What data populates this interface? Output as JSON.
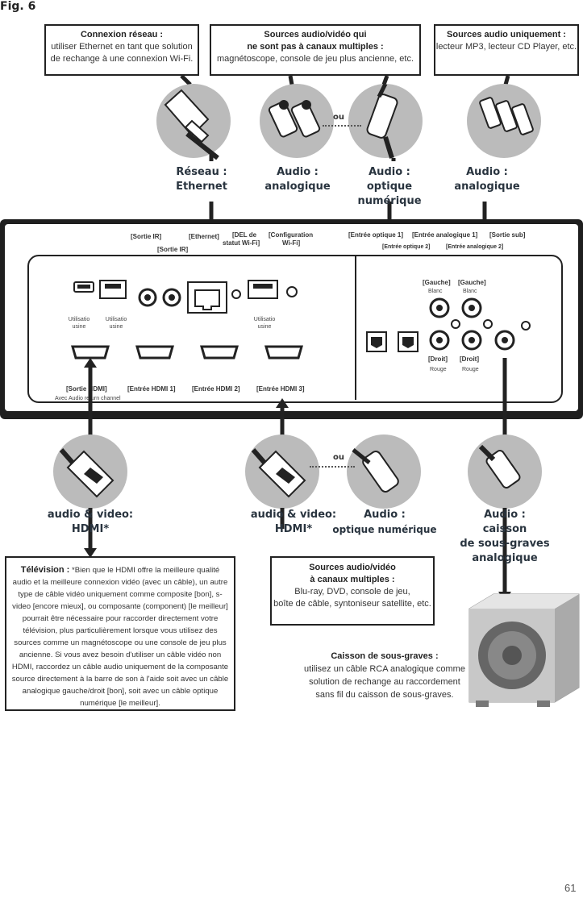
{
  "figure": {
    "label": "Fig. 6"
  },
  "page_number": "61",
  "top_boxes": [
    {
      "title": "Connexion réseau :",
      "lines": [
        "utiliser Ethernet en tant que solution",
        "de rechange à une connexion Wi-Fi."
      ]
    },
    {
      "title": "Sources audio/vidéo qui",
      "title2": "ne  sont pas à canaux multiples :",
      "lines": [
        "magnétoscope, console de jeu plus ancienne, etc."
      ]
    },
    {
      "title": "Sources audio uniquement :",
      "lines": [
        "lecteur MP3, lecteur CD Player, etc."
      ]
    }
  ],
  "ou_top": "ou",
  "ou_bottom": "ou",
  "top_labels": [
    {
      "l1": "Réseau :",
      "l2": "Ethernet"
    },
    {
      "l1": "Audio :",
      "l2": "analogique"
    },
    {
      "l1": "Audio :",
      "l2": "optique numérique"
    },
    {
      "l1": "Audio :",
      "l2": "analogique"
    }
  ],
  "panel_labels": {
    "sortie_ir_1": "[Sortie IR]",
    "sortie_ir_2": "[Sortie IR]",
    "ethernet": "[Ethernet]",
    "del_1": "[DEL de",
    "del_2": "statut Wi-Fi]",
    "config_1": "[Configuration",
    "config_2": "Wi-Fi]",
    "entree_optique_1": "[Entrée optique 1]",
    "entree_optique_2": "[Entrée optique 2]",
    "entree_analogique_1": "[Entrée analogique 1]",
    "entree_analogique_2": "[Entrée analogique 2]",
    "sortie_sub": "[Sortie sub]",
    "usb_1_a": "Utilisatio",
    "usb_1_b": "usine",
    "usb_2_a": "Utilisatio",
    "usb_2_b": "usine",
    "usb_3_a": "Utilisatio",
    "usb_3_b": "usine",
    "gauche_1": "[Gauche]",
    "gauche_2": "[Gauche]",
    "blanc_1": "Blanc",
    "blanc_2": "Blanc",
    "droit_1": "[Droit]",
    "droit_2": "[Droit]",
    "rouge_1": "Rouge",
    "rouge_2": "Rouge",
    "sortie_hdmi": "[Sortie HDMI]",
    "arc": "Avec Audio return channel",
    "entree_hdmi_1": "[Entrée HDMI 1]",
    "entree_hdmi_2": "[Entrée HDMI 2]",
    "entree_hdmi_3": "[Entrée HDMI 3]"
  },
  "bottom_labels": [
    {
      "l1": "audio & video:",
      "l2": "HDMI*"
    },
    {
      "l1": "audio & video:",
      "l2": "HDMI*"
    },
    {
      "l1": "Audio :",
      "l2": "optique numérique"
    },
    {
      "l1": "Audio :",
      "l2": "caisson",
      "l3": "de sous-graves",
      "l4": "analogique"
    }
  ],
  "tv_box": {
    "title": "Télévision :",
    "text": " *Bien que le HDMI offre la meilleure qualité audio et la meilleure connexion vidéo (avec un câble), un autre type de câble vidéo uniquement comme composite [bon], s-video [encore mieux], ou composante (component) [le meilleur] pourrait être nécessaire pour raccorder directement votre télévision, plus particulièrement lorsque vous utilisez des sources comme un magnétoscope ou une console de jeu plus ancienne. Si vous avez besoin d'utiliser un câble vidéo non HDMI, raccordez un câble audio uniquement de la composante source directement à la barre de son à l'aide soit avec un câble analogique gauche/droit [bon], soit avec un câble optique numérique [le meilleur]."
  },
  "multi_box": {
    "title": "Sources audio/vidéo",
    "title2": "à canaux multiples :",
    "lines": [
      "Blu-ray, DVD, console de jeu,",
      "boîte de câble, syntoniseur satellite, etc."
    ]
  },
  "sub_text": {
    "title": "Caisson de sous-graves :",
    "lines": [
      "utilisez un câble RCA analogique comme",
      "solution de rechange au raccordement",
      "sans fil du caisson de sous-graves."
    ]
  },
  "colors": {
    "label_blue": "#29343f",
    "panel": "#1f1f1f",
    "circle_bg": "#bbbbbb"
  }
}
